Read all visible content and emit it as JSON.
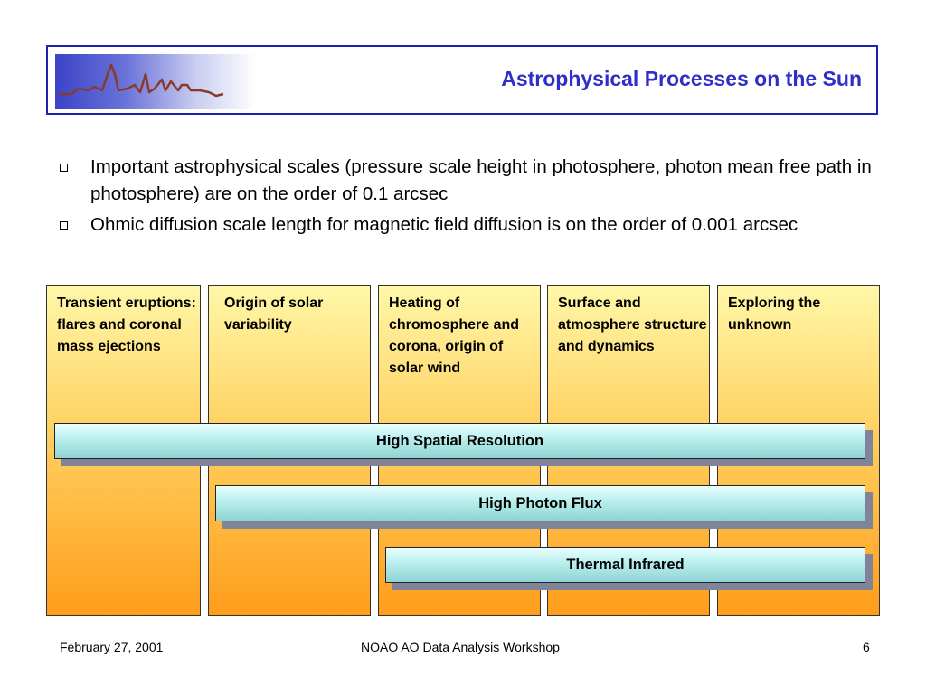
{
  "header": {
    "title": "Astrophysical Processes on the Sun",
    "logo_icon": "mountain-skyline-logo-icon",
    "accent_color": "#2e2ec8"
  },
  "bullets": [
    "Important astrophysical scales (pressure scale height in photosphere, photon mean free path in photosphere) are on the order of 0.1 arcsec",
    "Ohmic diffusion scale length for magnetic field diffusion is on the order of 0.001 arcsec"
  ],
  "columns": [
    "Transient eruptions: flares and coronal mass ejections",
    "Origin of solar variability",
    "Heating of chromosphere and corona, origin of solar wind",
    "Surface and atmosphere structure and dynamics",
    "Exploring the unknown"
  ],
  "bands": [
    "High Spatial Resolution",
    "High Photon Flux",
    "Thermal Infrared"
  ],
  "footer": {
    "date": "February 27, 2001",
    "event": "NOAO AO Data Analysis Workshop",
    "page": "6"
  }
}
